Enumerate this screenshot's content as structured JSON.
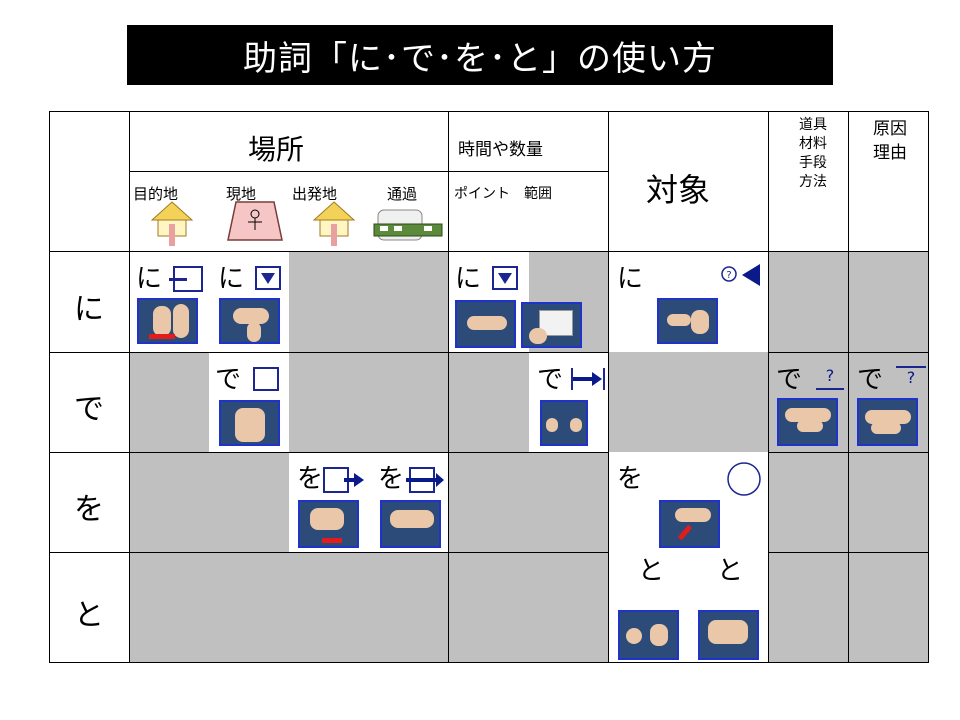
{
  "title": "助詞「に･で･を･と」の使い方",
  "header": {
    "place": "場所",
    "place_subs": [
      "目的地",
      "現地",
      "出発地",
      "通過"
    ],
    "time": "時間や数量",
    "time_subs": "ポイント　範囲",
    "target": "対象",
    "tool": [
      "道具",
      "材料",
      "手段",
      "方法"
    ],
    "cause": [
      "原因",
      "理由"
    ]
  },
  "rows": [
    {
      "label": "に"
    },
    {
      "label": "で"
    },
    {
      "label": "を"
    },
    {
      "label": "と"
    }
  ],
  "cells": {
    "ni_dest": "に",
    "ni_here": "に",
    "ni_time": "に",
    "ni_target": "に",
    "de_here": "で",
    "de_range": "で",
    "de_tool": "で",
    "de_cause": "で",
    "wo_from": "を",
    "wo_through": "を",
    "wo_target": "を",
    "to_1": "と",
    "to_2": "と",
    "q1": "?",
    "q2": "?",
    "q3": "?"
  },
  "colors": {
    "gray": "#c0c0c0",
    "photo_bg": "#2c4b78",
    "photo_border": "#1f33c9",
    "navy": "#0a1a8a",
    "red": "#e21b1b"
  }
}
